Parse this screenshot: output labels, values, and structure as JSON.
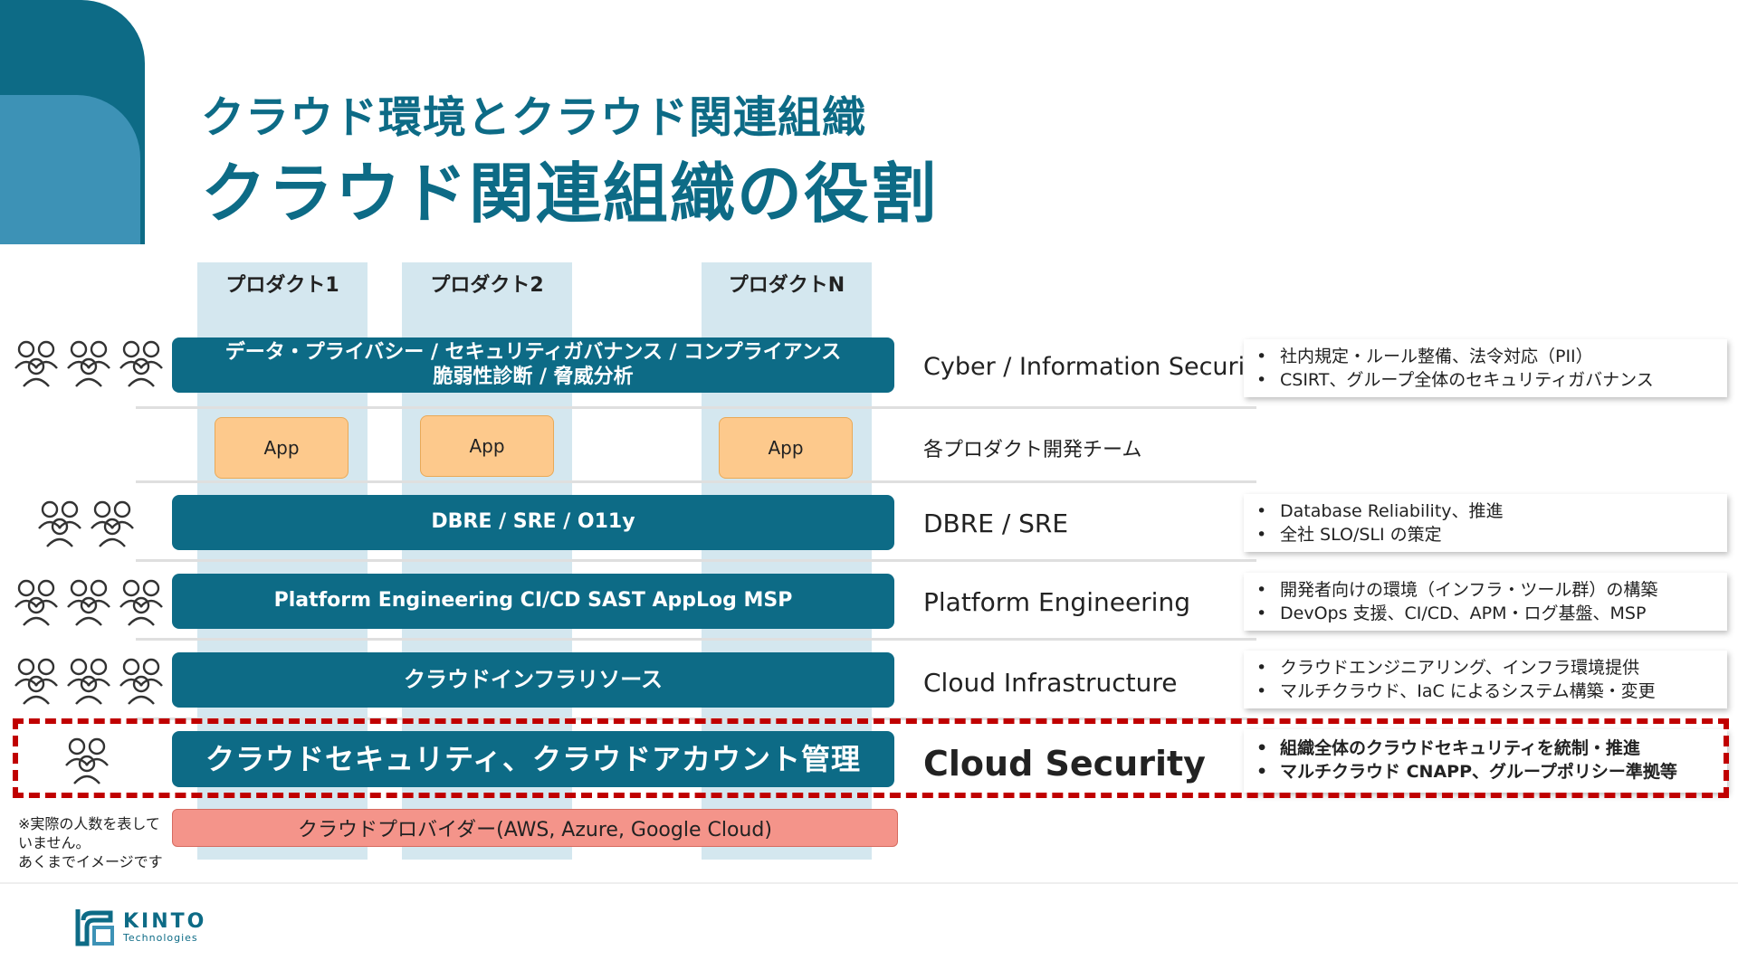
{
  "title": {
    "subtitle": "クラウド環境とクラウド関連組織",
    "main": "クラウド関連組織の役割"
  },
  "columns": [
    "プロダクト1",
    "プロダクト2",
    "プロダクトN"
  ],
  "apps": [
    "App",
    "App",
    "App"
  ],
  "bars": {
    "security_line1": "データ・プライバシー / セキュリティガバナンス / コンプライアンス",
    "security_line2": "脆弱性診断 / 脅威分析",
    "dbre": "DBRE / SRE / O11y",
    "platform": "Platform Engineering CI/CD SAST AppLog MSP",
    "infra": "クラウドインフラリソース",
    "cloudsec": "クラウドセキュリティ、クラウドアカウント管理"
  },
  "provider": "クラウドプロバイダー(AWS, Azure, Google Cloud)",
  "layers": {
    "cyber": "Cyber / Information Security",
    "product_team": "各プロダクト開発チーム",
    "dbre": "DBRE / SRE",
    "platform": "Platform Engineering",
    "infra": "Cloud Infrastructure",
    "cloudsec": "Cloud Security"
  },
  "descriptions": {
    "cyber": [
      "社内規定・ルール整備、法令対応（PII）",
      "CSIRT、グループ全体のセキュリティガバナンス"
    ],
    "dbre": [
      "Database Reliability、推進",
      "全社 SLO/SLI の策定"
    ],
    "platform": [
      "開発者向けの環境（インフラ・ツール群）の構築",
      "DevOps 支援、CI/CD、APM・ログ基盤、MSP"
    ],
    "infra": [
      "クラウドエンジニアリング、インフラ環境提供",
      "マルチクラウド、IaC によるシステム構築・変更"
    ],
    "cloudsec": [
      "組織全体のクラウドセキュリティを統制・推進",
      "マルチクラウド CNAPP、グループポリシー準拠等"
    ]
  },
  "note": "※実際の人数を表して\nいません。\nあくまでイメージです",
  "logo": {
    "name": "KINTO",
    "sub": "Technologies"
  },
  "colors": {
    "brand_teal": "#0d6b86",
    "column_bg": "#d4e7ef",
    "app_orange": "#fdc98c",
    "provider_red": "#f4948a",
    "highlight_red": "#c00000"
  },
  "icons": {
    "people": "group-of-people-icon",
    "logo": "kinto-logo-icon"
  }
}
